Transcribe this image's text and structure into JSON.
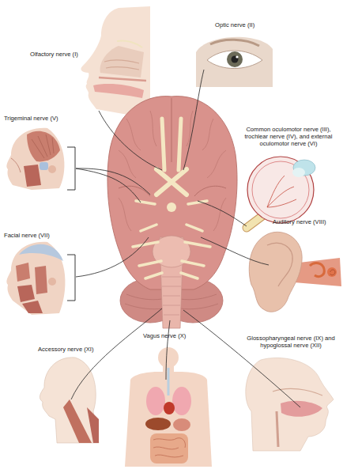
{
  "diagram": {
    "labels": [
      "Olfactory nerve (I)",
      "Optic nerve (II)",
      "Trigeminal nerve (V)",
      "Common oculomotor nerve (III), trochlear nerve (IV), and external oculomotor nerve (VI)",
      "Auditory nerve (VIII)",
      "Facial nerve (VII)",
      "Accessory nerve (XI)",
      "Vagus nerve (X)",
      "Glossopharyngeal nerve (IX) and hypoglossal nerve (XII)"
    ]
  }
}
